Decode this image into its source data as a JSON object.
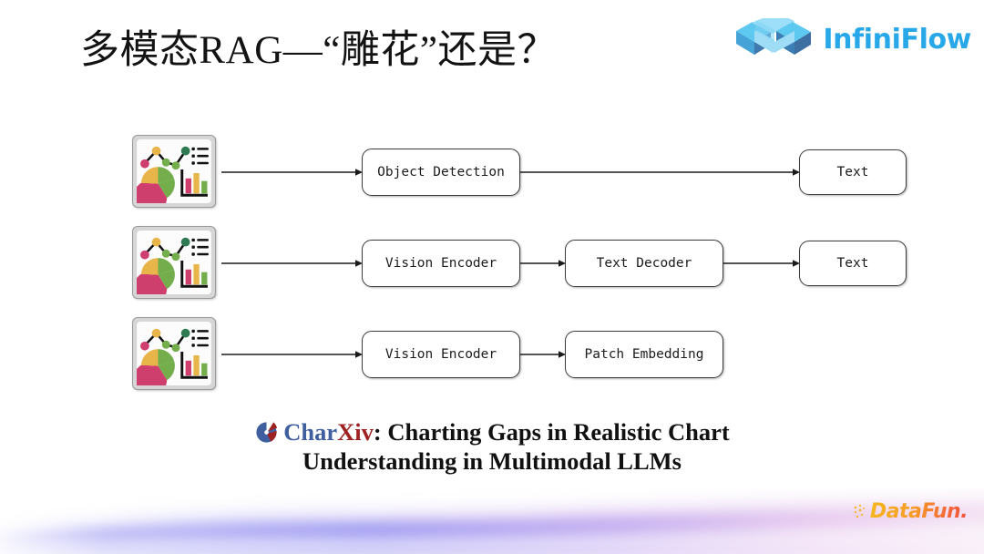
{
  "slide": {
    "title": "多模态RAG—“雕花”还是？"
  },
  "brand": {
    "infiniflow": {
      "name": "InfiniFlow",
      "mark_icon": "infinity-cube-icon",
      "color": "#28a8e8"
    },
    "datafun": {
      "name": "DataFun.",
      "dots_icon": "dot-grid-icon",
      "color_start": "#f6b81f",
      "color_end": "#f0523d"
    }
  },
  "pipeline": {
    "thumbnail_icon": "chart-collage-icon",
    "thumbnail_colors": {
      "pink": "#cf3f6e",
      "yellow": "#e8b54a",
      "green": "#74ad4b",
      "dark_green": "#2f7a52",
      "frame": "#d6d6d6",
      "line": "#111111"
    },
    "rows": [
      {
        "id": "row-object-detection",
        "boxes": [
          {
            "label": "Object Detection",
            "size": "wide",
            "pos": "box-a"
          },
          {
            "label": "Text",
            "size": "small",
            "pos": "box-t"
          }
        ]
      },
      {
        "id": "row-vision-encoder-text-decoder",
        "boxes": [
          {
            "label": "Vision Encoder",
            "size": "wide",
            "pos": "box-a"
          },
          {
            "label": "Text Decoder",
            "size": "medium",
            "pos": "box-b"
          },
          {
            "label": "Text",
            "size": "small",
            "pos": "box-t"
          }
        ]
      },
      {
        "id": "row-vision-encoder-patch-embedding",
        "boxes": [
          {
            "label": "Vision Encoder",
            "size": "wide",
            "pos": "box-a"
          },
          {
            "label": "Patch Embedding",
            "size": "medium",
            "pos": "box-b"
          }
        ]
      }
    ]
  },
  "paper_caption": {
    "logo_icon": "charxiv-pie-icon",
    "name_part1": "Char",
    "name_part2": "Xiv",
    "separator": ": ",
    "line1_rest": "Charting Gaps in Realistic Chart",
    "line2": "Understanding in Multimodal LLMs",
    "color_part1": "#3f5f9e",
    "color_part2": "#9e2222"
  },
  "decoration": {
    "wave_icon": "gradient-wave-decoration",
    "wave_color_left": "#8f8cf0",
    "wave_color_right": "#edc8ee"
  }
}
